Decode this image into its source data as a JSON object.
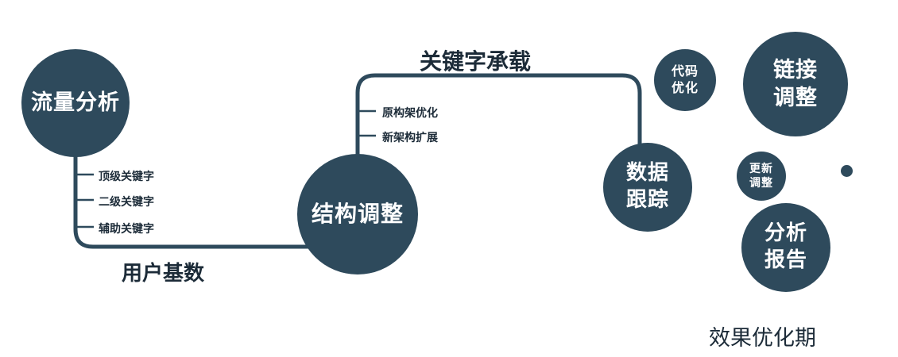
{
  "colors": {
    "primary": "#2e4a5c",
    "label": "#1c2b38"
  },
  "nodes": {
    "traffic_analysis": {
      "label": "流量分析"
    },
    "structure_adjustment": {
      "label": "结构调整"
    },
    "data_tracking": {
      "line1": "数据",
      "line2": "跟踪"
    },
    "code_optimization": {
      "line1": "代码",
      "line2": "优化"
    },
    "link_adjustment": {
      "line1": "链接",
      "line2": "调整"
    },
    "update_adjustment": {
      "line1": "更新",
      "line2": "调整"
    },
    "analysis_report": {
      "line1": "分析",
      "line2": "报告"
    }
  },
  "edge_labels": {
    "user_base": "用户基数",
    "keyword_carrying": "关键字承载"
  },
  "ticks": {
    "traffic": [
      "顶级关键字",
      "二级关键字",
      "辅助关键字"
    ],
    "structure": [
      "原构架优化",
      "新架构扩展"
    ]
  },
  "footer": "效果优化期"
}
